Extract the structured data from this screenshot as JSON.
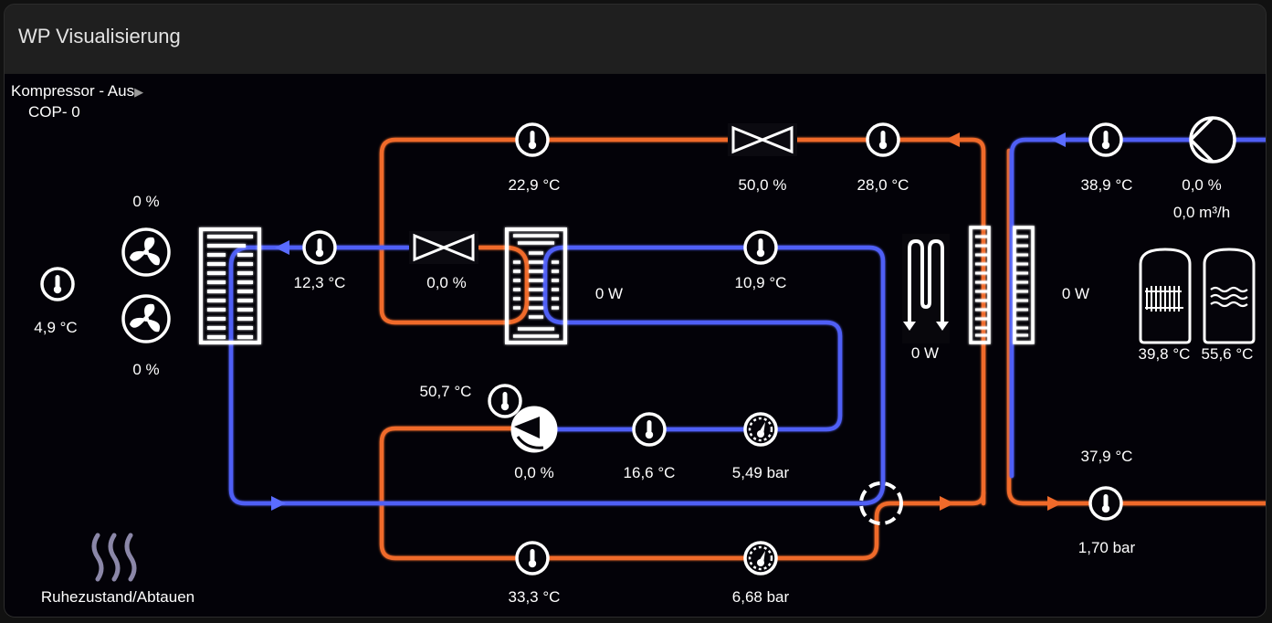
{
  "card": {
    "title": "WP Visualisierung"
  },
  "status": {
    "compressor": "Kompressor - Aus",
    "cop": "COP- 0",
    "mode": "Ruhezustand/Abtauen",
    "mode_icon": "heat-waves-icon"
  },
  "colors": {
    "hot": "#f06a2a",
    "cold": "#4f5ff5",
    "background": "#030208",
    "icon": "#ffffff"
  },
  "sensors": {
    "outdoor_temp": "4,9 °C",
    "fan_top": "0 %",
    "fan_bottom": "0 %",
    "evaporator_out_temp": "12,3 °C",
    "expansion_valve": "0,0 %",
    "hot_gas_temp": "22,9 °C",
    "bypass_valve": "50,0 %",
    "condenser_in_temp": "28,0 °C",
    "internal_hx_power": "0 W",
    "suction_temp_top": "10,9 °C",
    "heater_rod_power": "0 W",
    "condenser_power": "0 W",
    "return_temp": "38,9 °C",
    "pump_speed": "0,0 %",
    "flow_rate": "0,0 m³/h",
    "buffer_tank_temp": "39,8 °C",
    "dhw_tank_temp": "55,6 °C",
    "compressor_temp": "50,7 °C",
    "compressor_speed": "0,0 %",
    "suction_temp": "16,6 °C",
    "low_pressure": "5,49 bar",
    "flow_temp": "37,9 °C",
    "system_pressure": "1,70 bar",
    "discharge_temp": "33,3 °C",
    "high_pressure": "6,68 bar"
  }
}
